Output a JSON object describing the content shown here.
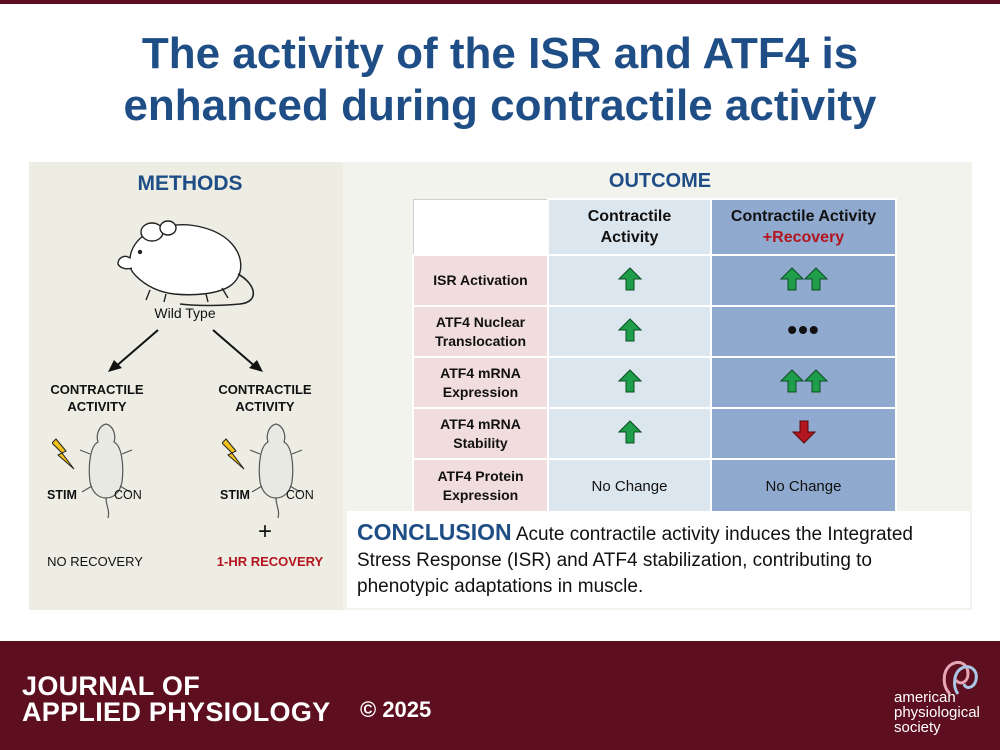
{
  "title": {
    "line1": "The activity of the ISR and ATF4 is",
    "line2": "enhanced during contractile activity"
  },
  "methods": {
    "heading": "METHODS",
    "wild_type": "Wild Type",
    "left": {
      "label1": "CONTRACTILE",
      "label2": "ACTIVITY",
      "stim": "STIM",
      "con": "CON",
      "recovery": "NO RECOVERY"
    },
    "right": {
      "label1": "CONTRACTILE",
      "label2": "ACTIVITY",
      "stim": "STIM",
      "con": "CON",
      "plus": "+",
      "recovery": "1-HR RECOVERY"
    }
  },
  "outcome": {
    "heading": "OUTCOME",
    "col1_l1": "Contractile",
    "col1_l2": "Activity",
    "col2_l1": "Contractile Activity",
    "col2_l2": "+Recovery",
    "rows": [
      {
        "label1": "ISR Activation",
        "label2": "",
        "c1": "up",
        "c2": "up-up"
      },
      {
        "label1": "ATF4 Nuclear",
        "label2": "Translocation",
        "c1": "up",
        "c2": "dots"
      },
      {
        "label1": "ATF4 mRNA",
        "label2": "Expression",
        "c1": "up",
        "c2": "up-up"
      },
      {
        "label1": "ATF4 mRNA",
        "label2": "Stability",
        "c1": "up",
        "c2": "down"
      },
      {
        "label1": "ATF4 Protein",
        "label2": "Expression",
        "c1_text": "No Change",
        "c2_text": "No Change"
      }
    ],
    "dots": "•••"
  },
  "conclusion": {
    "heading": "CONCLUSION",
    "text": "Acute contractile activity induces the Integrated Stress Response (ISR) and ATF4 stabilization, contributing to phenotypic adaptations in muscle."
  },
  "footer": {
    "journal_l1": "JOURNAL OF",
    "journal_l2": "APPLIED PHYSIOLOGY",
    "copyright": "© 2025",
    "society_l1": "american",
    "society_l2": "physiological",
    "society_l3": "society"
  },
  "colors": {
    "title_blue": "#1f4e86",
    "maroon": "#5e0f1f",
    "up_green": "#1e9e4a",
    "down_red": "#b3151e"
  },
  "icons": {
    "up": "green-up-arrow-icon",
    "down": "red-down-arrow-icon",
    "bolt": "lightning-bolt-icon"
  }
}
